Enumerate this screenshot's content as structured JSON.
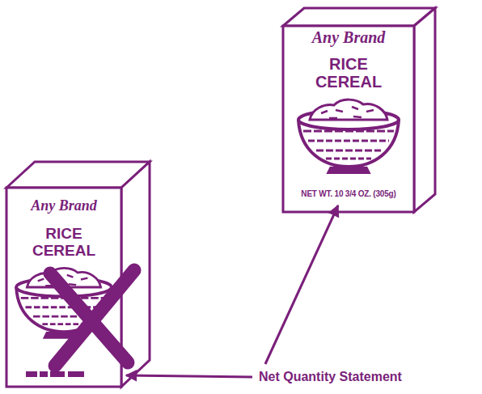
{
  "diagram": {
    "labels": [
      "Any Brand",
      "RICE CEREAL",
      "NET WT. 10 3/4 OZ. (305g)",
      "Any Brand",
      "RICE CEREAL",
      "Net Quantity Statement"
    ]
  }
}
